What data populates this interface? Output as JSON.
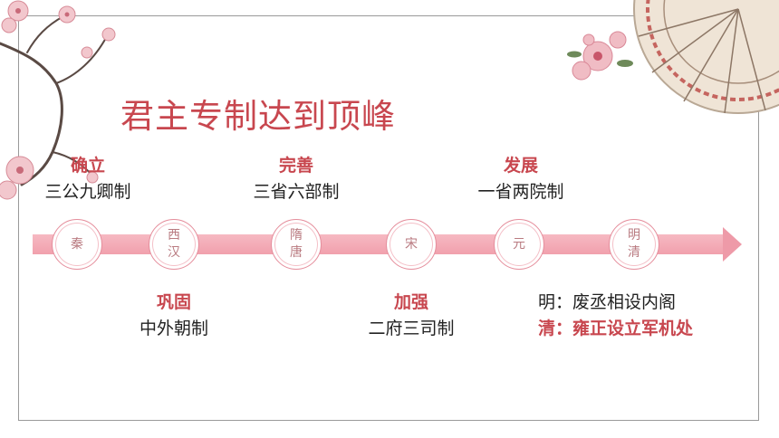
{
  "title": "君主专制达到顶峰",
  "colors": {
    "accent": "#c8474f",
    "timeline": "#f1a0ad",
    "node_border": "#e58e9c"
  },
  "top_events": [
    {
      "stage": "确立",
      "system": "三公九卿制"
    },
    {
      "stage": "完善",
      "system": "三省六部制"
    },
    {
      "stage": "发展",
      "system": "一省两院制"
    }
  ],
  "bottom_events": [
    {
      "stage": "巩固",
      "system": "中外朝制"
    },
    {
      "stage": "加强",
      "system": "二府三司制"
    }
  ],
  "notes": {
    "ming": "明：废丞相设内阁",
    "qing": "清：雍正设立军机处"
  },
  "timeline_nodes": [
    "秦",
    "西汉",
    "隋唐",
    "宋",
    "元",
    "明清"
  ]
}
